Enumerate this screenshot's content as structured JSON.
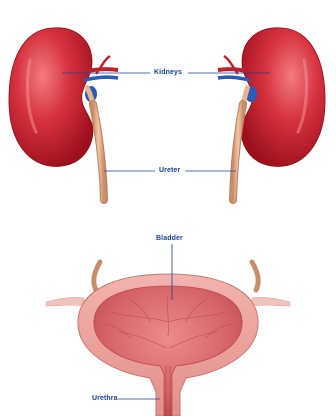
{
  "labels": {
    "kidneys": "Kidneys",
    "ureter": "Ureter",
    "bladder": "Bladder",
    "urethra": "Urethra"
  },
  "colors": {
    "kidney": "#d6333e",
    "kidney_dark": "#a3121f",
    "kidney_light": "#ee6a70",
    "ureter": "#e9b48f",
    "ureter_dark": "#c98d6a",
    "bladder_wall": "#e99e99",
    "bladder_inner": "#d9686b",
    "vessel_blue": "#2b5bb8",
    "label": "#1b3f96"
  },
  "icons": [
    "left-kidney-icon",
    "right-kidney-icon",
    "bladder-icon"
  ]
}
